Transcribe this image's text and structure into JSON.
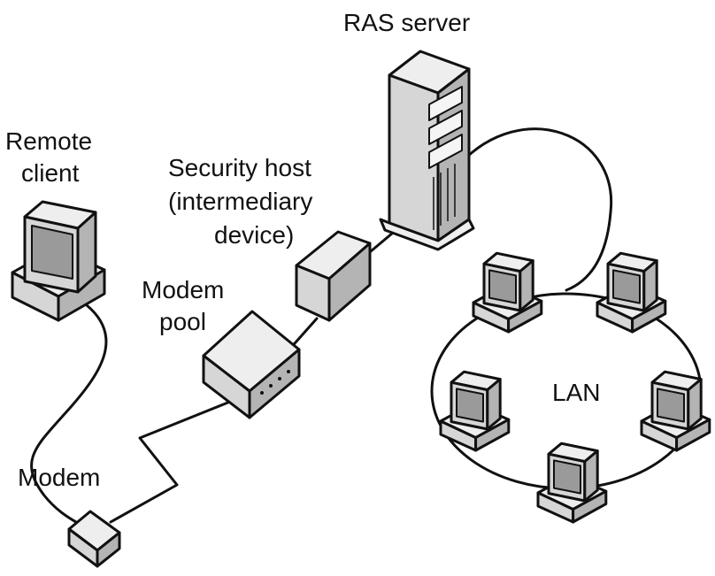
{
  "labels": {
    "ras_server": "RAS server",
    "remote_client_1": "Remote",
    "remote_client_2": "client",
    "security_host_1": "Security host",
    "security_host_2": "(intermediary",
    "security_host_3": "device)",
    "modem_pool_1": "Modem",
    "modem_pool_2": "pool",
    "modem": "Modem",
    "lan": "LAN"
  },
  "colors": {
    "line": "#111111",
    "face_light": "#eeeeee",
    "face_mid": "#d6d6d6",
    "face_dark": "#b4b4b4",
    "screen": "#9a9a9a"
  }
}
